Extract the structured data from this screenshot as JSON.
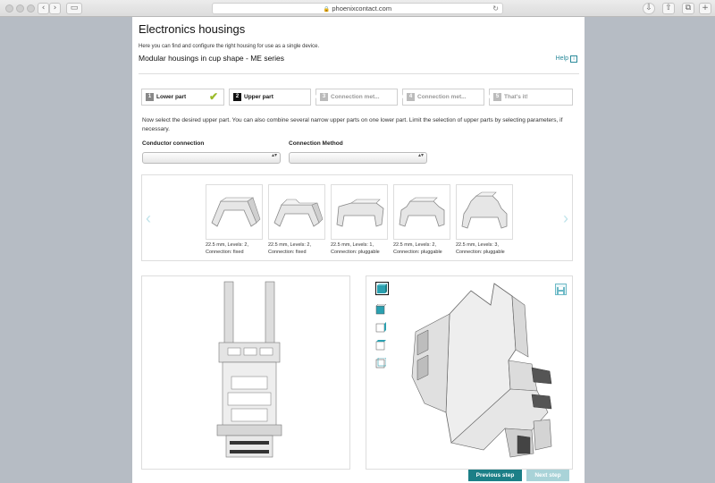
{
  "browser": {
    "url": "phoenixcontact.com",
    "back_glyph": "‹",
    "forward_glyph": "›",
    "sidebar_glyph": "▭",
    "download_glyph": "⇩",
    "share_glyph": "⇧",
    "tabs_glyph": "⧉",
    "add_glyph": "+",
    "reload_glyph": "↻",
    "lock_glyph": "🔒"
  },
  "page": {
    "title": "Electronics housings",
    "intro": "Here you can find and configure the right housing for use as a single device.",
    "subtitle": "Modular housings in cup shape - ME series",
    "help_label": "Help",
    "help_icon_glyph": "i",
    "instructions": "Now select the desired upper part. You can also combine several narrow upper parts on one lower part. Limit the selection of upper parts by selecting parameters, if necessary."
  },
  "steps": [
    {
      "num": "1",
      "label": "Lower part",
      "state": "done"
    },
    {
      "num": "2",
      "label": "Upper part",
      "state": "active"
    },
    {
      "num": "3",
      "label": "Connection met...",
      "state": "pending"
    },
    {
      "num": "4",
      "label": "Connection met...",
      "state": "pending"
    },
    {
      "num": "5",
      "label": "That's it!",
      "state": "pending"
    }
  ],
  "check_glyph": "✔",
  "filters": {
    "conductor_label": "Conductor connection",
    "method_label": "Connection Method",
    "caret_glyph": "▴▾"
  },
  "gallery": {
    "prev_glyph": "‹",
    "next_glyph": "›",
    "items": [
      {
        "line1": "22.5 mm, Levels: 2,",
        "line2": "Connection: fixed"
      },
      {
        "line1": "22.5 mm, Levels: 2,",
        "line2": "Connection: fixed"
      },
      {
        "line1": "22.5 mm, Levels: 1,",
        "line2": "Connection: pluggable"
      },
      {
        "line1": "22.5 mm, Levels: 2,",
        "line2": "Connection: pluggable"
      },
      {
        "line1": "22.5 mm, Levels: 3,",
        "line2": "Connection: pluggable"
      }
    ]
  },
  "buttons": {
    "previous": "Previous step",
    "next": "Next step"
  },
  "colors": {
    "accent": "#1c7f87",
    "accent_light": "#a9d3d8",
    "check": "#9bbb2a",
    "link": "#2a8a9a"
  }
}
